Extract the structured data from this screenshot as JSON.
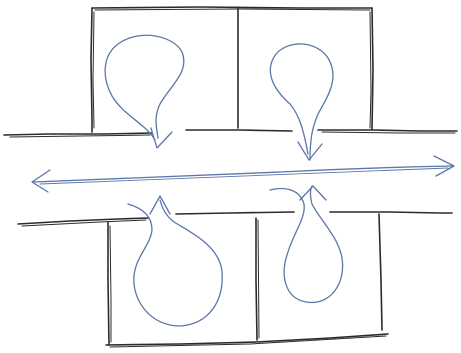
{
  "sketch": {
    "style": "hand-drawn pencil sketch",
    "colors": {
      "background": "#ffffff",
      "walls": "#2b2b2b",
      "flow_lines": "#5b76a8"
    },
    "rooms": [
      {
        "side": "top",
        "loop_arrow_direction": "down"
      },
      {
        "side": "top",
        "loop_arrow_direction": "down"
      },
      {
        "side": "bottom",
        "loop_arrow_direction": "up"
      },
      {
        "side": "bottom",
        "loop_arrow_direction": "up"
      }
    ],
    "corridor": {
      "arrow": "double-headed",
      "directions": [
        "left",
        "right"
      ]
    }
  }
}
